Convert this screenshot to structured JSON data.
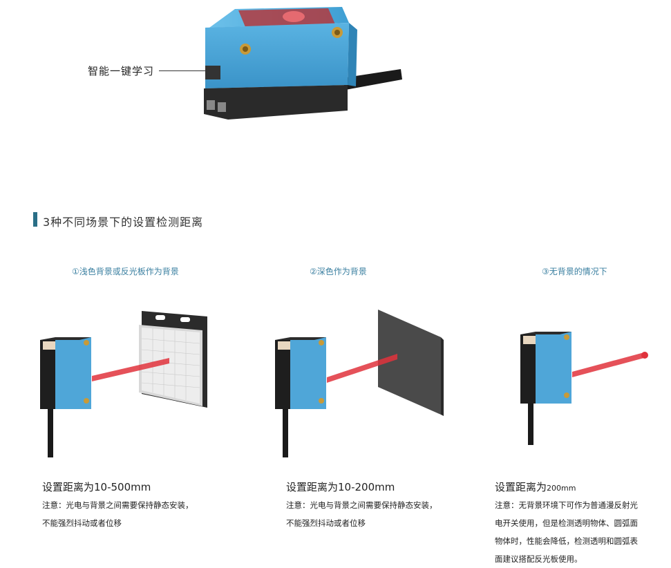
{
  "product": {
    "callout": "智能一键学习"
  },
  "section": {
    "title": "3种不同场景下的设置检测距离"
  },
  "scenes": [
    {
      "caption": "①浅色背景或反光板作为背景",
      "distance_prefix": "设置距离为",
      "distance_value": "10-500mm",
      "note_lines": [
        "注意：光电与背景之间需要保持静态安装，",
        "不能强烈抖动或者位移"
      ]
    },
    {
      "caption": "②深色作为背景",
      "distance_prefix": "设置距离为",
      "distance_value": "10-200mm",
      "note_lines": [
        "注意：光电与背景之间需要保持静态安装，",
        "不能强烈抖动或者位移"
      ]
    },
    {
      "caption": "③无背景的情况下",
      "distance_prefix": "设置距离为",
      "distance_value": "200mm",
      "note_lines": [
        "注意：无背景环境下可作为普通漫反射光",
        "电开关使用，但是检测透明物体、圆弧面",
        "物体时，性能会降低，检测透明和圆弧表",
        "面建议搭配反光板使用。"
      ]
    }
  ],
  "colors": {
    "sensor_blue": "#4fa6d8",
    "sensor_black": "#1e1e1e",
    "beam_red": "#e0323c",
    "accent_bar": "#2a6f87",
    "caption_blue": "#3a7fa0"
  }
}
